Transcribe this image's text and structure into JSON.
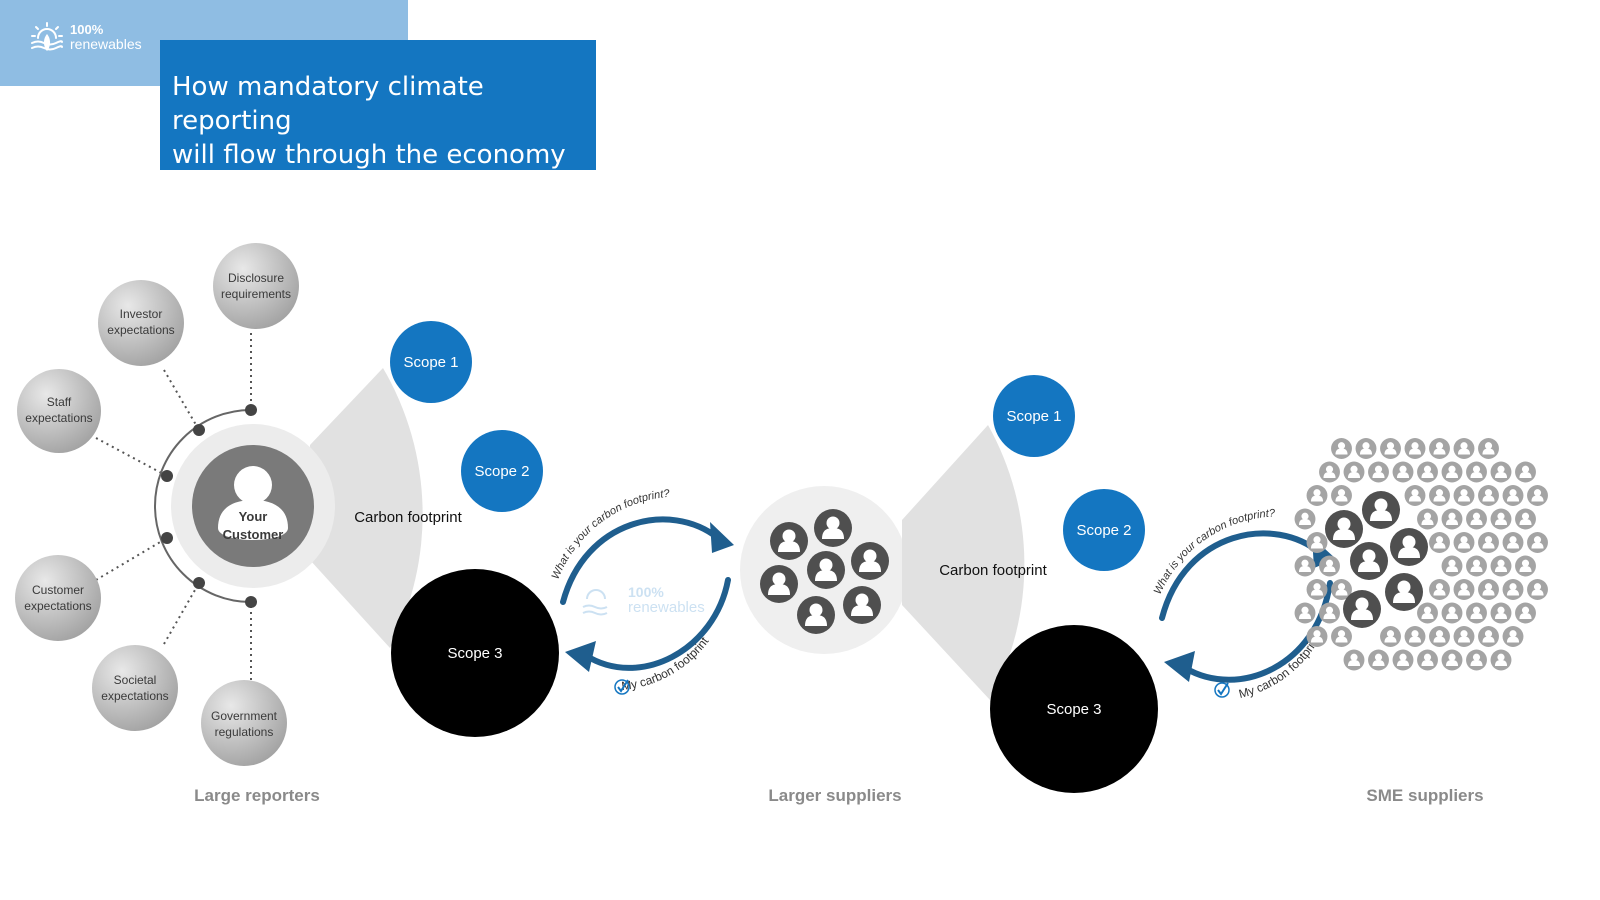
{
  "logo": {
    "line1": "100%",
    "line2": "renewables"
  },
  "title": {
    "line1": "How mandatory climate reporting",
    "line2": "will flow through the economy"
  },
  "pressures": [
    {
      "line1": "Disclosure",
      "line2": "requirements"
    },
    {
      "line1": "Investor",
      "line2": "expectations"
    },
    {
      "line1": "Staff",
      "line2": "expectations"
    },
    {
      "line1": "Customer",
      "line2": "expectations"
    },
    {
      "line1": "Societal",
      "line2": "expectations"
    },
    {
      "line1": "Government",
      "line2": "regulations"
    }
  ],
  "customer": {
    "line1": "Your",
    "line2": "Customer"
  },
  "left_fan": {
    "scope1": "Scope 1",
    "scope2": "Scope 2",
    "scope3": "Scope 3",
    "footprint": "Carbon footprint"
  },
  "right_fan": {
    "scope1": "Scope 1",
    "scope2": "Scope 2",
    "scope3": "Scope 3",
    "footprint": "Carbon footprint"
  },
  "question": "What is your carbon footprint?",
  "answer": "My carbon footprint",
  "watermark": {
    "line1": "100%",
    "line2": "renewables"
  },
  "labels": {
    "large_reporters": "Large reporters",
    "larger_suppliers": "Larger suppliers",
    "sme_suppliers": "SME suppliers"
  },
  "colors": {
    "brand_blue": "#1476c1",
    "logo_band": "#8fbde3",
    "arrow_blue": "#1f5e8e",
    "fan_grey": "#e1e1e1",
    "scope3_black": "#000000",
    "person_dark": "#4f4f4f"
  },
  "icons": [
    "sun-leaf-logo-icon",
    "person-icon",
    "checkmark-icon"
  ]
}
